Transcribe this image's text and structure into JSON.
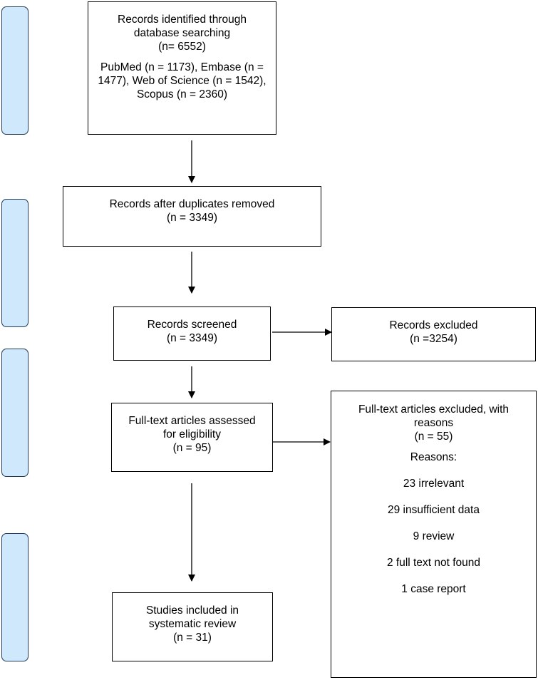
{
  "boxes": {
    "identified": {
      "line1": "Records identified through",
      "line2": "database searching",
      "count": "(n= 6552)",
      "src1": "PubMed (n = 1173), Embase (n =",
      "src2": "1477), Web of Science (n = 1542),",
      "src3": "Scopus (n = 2360)"
    },
    "duplicates": {
      "line1": "Records after duplicates removed",
      "count": "(n = 3349)"
    },
    "screened": {
      "line1": "Records screened",
      "count": "(n = 3349)"
    },
    "excluded": {
      "line1": "Records excluded",
      "count": "(n =3254)"
    },
    "fulltext": {
      "line1": "Full-text articles assessed",
      "line2": "for eligibility",
      "count": "(n = 95)"
    },
    "fulltext_excluded": {
      "line1": "Full-text articles excluded, with",
      "line2": "reasons",
      "count": "(n = 55)",
      "reasons_label": "Reasons:",
      "reasons": [
        "23 irrelevant",
        "29 insufficient data",
        "9 review",
        "2 full text not found",
        "1 case report"
      ]
    },
    "included": {
      "line1": "Studies included in",
      "line2": "systematic review",
      "count": "(n = 31)"
    }
  },
  "colors": {
    "phase_fill": "#cfe8fb",
    "phase_border": "#1f3a5a",
    "box_border": "#000000"
  }
}
